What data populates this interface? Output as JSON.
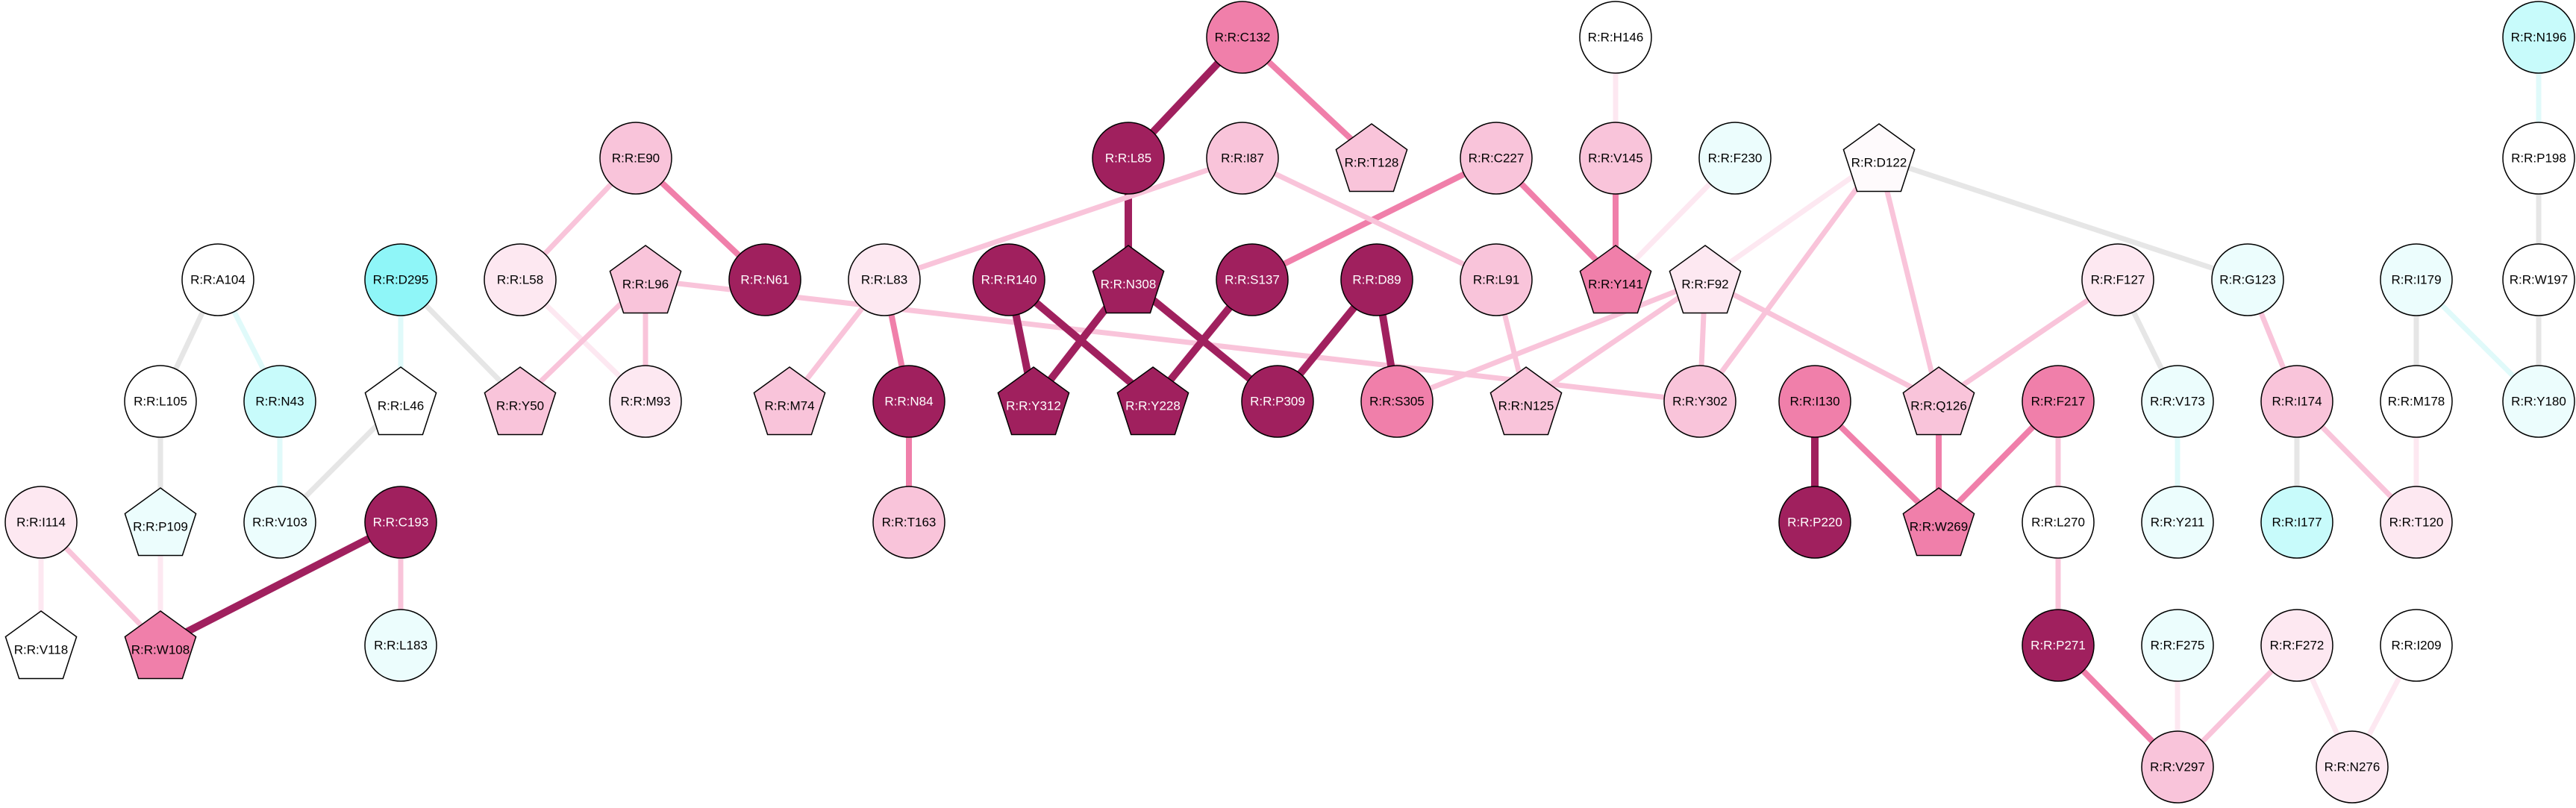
{
  "nodes": [
    {
      "id": "C132",
      "label": "R:R:C132",
      "shape": "circle",
      "fill": "#f07faa",
      "text": "#000"
    },
    {
      "id": "H146",
      "label": "R:R:H146",
      "shape": "circle",
      "fill": "#ffffff",
      "text": "#000"
    },
    {
      "id": "N196",
      "label": "R:R:N196",
      "shape": "circle",
      "fill": "#c8fbfb",
      "text": "#000"
    },
    {
      "id": "E90",
      "label": "R:R:E90",
      "shape": "circle",
      "fill": "#f9c4da",
      "text": "#000"
    },
    {
      "id": "L85",
      "label": "R:R:L85",
      "shape": "circle",
      "fill": "#a0205e",
      "text": "#fff"
    },
    {
      "id": "I87",
      "label": "R:R:I87",
      "shape": "circle",
      "fill": "#f9c4da",
      "text": "#000"
    },
    {
      "id": "T128",
      "label": "R:R:T128",
      "shape": "pentagon",
      "fill": "#f9c4da",
      "text": "#000"
    },
    {
      "id": "C227",
      "label": "R:R:C227",
      "shape": "circle",
      "fill": "#f9c4da",
      "text": "#000"
    },
    {
      "id": "V145",
      "label": "R:R:V145",
      "shape": "circle",
      "fill": "#f9c4da",
      "text": "#000"
    },
    {
      "id": "F230",
      "label": "R:R:F230",
      "shape": "circle",
      "fill": "#ecfdfd",
      "text": "#000"
    },
    {
      "id": "D122",
      "label": "R:R:D122",
      "shape": "pentagon",
      "fill": "#fefafc",
      "text": "#000"
    },
    {
      "id": "P198",
      "label": "R:R:P198",
      "shape": "circle",
      "fill": "#ffffff",
      "text": "#000"
    },
    {
      "id": "A104",
      "label": "R:R:A104",
      "shape": "circle",
      "fill": "#ffffff",
      "text": "#000"
    },
    {
      "id": "D295",
      "label": "R:R:D295",
      "shape": "circle",
      "fill": "#8ff6f8",
      "text": "#000"
    },
    {
      "id": "L58",
      "label": "R:R:L58",
      "shape": "circle",
      "fill": "#fde8f1",
      "text": "#000"
    },
    {
      "id": "L96",
      "label": "R:R:L96",
      "shape": "pentagon",
      "fill": "#f9c4da",
      "text": "#000"
    },
    {
      "id": "N61",
      "label": "R:R:N61",
      "shape": "circle",
      "fill": "#a0205e",
      "text": "#fff"
    },
    {
      "id": "L83",
      "label": "R:R:L83",
      "shape": "circle",
      "fill": "#fde8f1",
      "text": "#000"
    },
    {
      "id": "R140",
      "label": "R:R:R140",
      "shape": "circle",
      "fill": "#a0205e",
      "text": "#fff"
    },
    {
      "id": "N308",
      "label": "R:R:N308",
      "shape": "pentagon",
      "fill": "#a0205e",
      "text": "#fff"
    },
    {
      "id": "S137",
      "label": "R:R:S137",
      "shape": "circle",
      "fill": "#a0205e",
      "text": "#fff"
    },
    {
      "id": "D89",
      "label": "R:R:D89",
      "shape": "circle",
      "fill": "#a0205e",
      "text": "#fff"
    },
    {
      "id": "L91",
      "label": "R:R:L91",
      "shape": "circle",
      "fill": "#f9c4da",
      "text": "#000"
    },
    {
      "id": "Y141",
      "label": "R:R:Y141",
      "shape": "pentagon",
      "fill": "#f07faa",
      "text": "#000"
    },
    {
      "id": "F92",
      "label": "R:R:F92",
      "shape": "pentagon",
      "fill": "#fde8f1",
      "text": "#000"
    },
    {
      "id": "F127",
      "label": "R:R:F127",
      "shape": "circle",
      "fill": "#fde8f1",
      "text": "#000"
    },
    {
      "id": "G123",
      "label": "R:R:G123",
      "shape": "circle",
      "fill": "#ecfdfd",
      "text": "#000"
    },
    {
      "id": "I179",
      "label": "R:R:I179",
      "shape": "circle",
      "fill": "#ecfdfd",
      "text": "#000"
    },
    {
      "id": "W197",
      "label": "R:R:W197",
      "shape": "circle",
      "fill": "#ffffff",
      "text": "#000"
    },
    {
      "id": "L105",
      "label": "R:R:L105",
      "shape": "circle",
      "fill": "#ffffff",
      "text": "#000"
    },
    {
      "id": "N43",
      "label": "R:R:N43",
      "shape": "circle",
      "fill": "#c8fbfb",
      "text": "#000"
    },
    {
      "id": "L46",
      "label": "R:R:L46",
      "shape": "pentagon",
      "fill": "#ffffff",
      "text": "#000"
    },
    {
      "id": "Y50",
      "label": "R:R:Y50",
      "shape": "pentagon",
      "fill": "#f9c4da",
      "text": "#000"
    },
    {
      "id": "M93",
      "label": "R:R:M93",
      "shape": "circle",
      "fill": "#fde8f1",
      "text": "#000"
    },
    {
      "id": "M74",
      "label": "R:R:M74",
      "shape": "pentagon",
      "fill": "#f9c4da",
      "text": "#000"
    },
    {
      "id": "N84",
      "label": "R:R:N84",
      "shape": "circle",
      "fill": "#a0205e",
      "text": "#fff"
    },
    {
      "id": "Y312",
      "label": "R:R:Y312",
      "shape": "pentagon",
      "fill": "#a0205e",
      "text": "#fff"
    },
    {
      "id": "Y228",
      "label": "R:R:Y228",
      "shape": "pentagon",
      "fill": "#a0205e",
      "text": "#fff"
    },
    {
      "id": "P309",
      "label": "R:R:P309",
      "shape": "circle",
      "fill": "#a0205e",
      "text": "#fff"
    },
    {
      "id": "S305",
      "label": "R:R:S305",
      "shape": "circle",
      "fill": "#f07faa",
      "text": "#000"
    },
    {
      "id": "N125",
      "label": "R:R:N125",
      "shape": "pentagon",
      "fill": "#f9c4da",
      "text": "#000"
    },
    {
      "id": "Y302",
      "label": "R:R:Y302",
      "shape": "circle",
      "fill": "#f9c4da",
      "text": "#000"
    },
    {
      "id": "I130",
      "label": "R:R:I130",
      "shape": "circle",
      "fill": "#f07faa",
      "text": "#000"
    },
    {
      "id": "Q126",
      "label": "R:R:Q126",
      "shape": "pentagon",
      "fill": "#f9c4da",
      "text": "#000"
    },
    {
      "id": "F217",
      "label": "R:R:F217",
      "shape": "circle",
      "fill": "#f07faa",
      "text": "#000"
    },
    {
      "id": "V173",
      "label": "R:R:V173",
      "shape": "circle",
      "fill": "#ecfdfd",
      "text": "#000"
    },
    {
      "id": "I174",
      "label": "R:R:I174",
      "shape": "circle",
      "fill": "#f9c4da",
      "text": "#000"
    },
    {
      "id": "M178",
      "label": "R:R:M178",
      "shape": "circle",
      "fill": "#ffffff",
      "text": "#000"
    },
    {
      "id": "Y180",
      "label": "R:R:Y180",
      "shape": "circle",
      "fill": "#ecfdfd",
      "text": "#000"
    },
    {
      "id": "I114",
      "label": "R:R:I114",
      "shape": "circle",
      "fill": "#fde8f1",
      "text": "#000"
    },
    {
      "id": "P109",
      "label": "R:R:P109",
      "shape": "pentagon",
      "fill": "#ecfdfd",
      "text": "#000"
    },
    {
      "id": "V103",
      "label": "R:R:V103",
      "shape": "circle",
      "fill": "#ecfdfd",
      "text": "#000"
    },
    {
      "id": "C193",
      "label": "R:R:C193",
      "shape": "circle",
      "fill": "#a0205e",
      "text": "#fff"
    },
    {
      "id": "T163",
      "label": "R:R:T163",
      "shape": "circle",
      "fill": "#f9c4da",
      "text": "#000"
    },
    {
      "id": "P220",
      "label": "R:R:P220",
      "shape": "circle",
      "fill": "#a0205e",
      "text": "#fff"
    },
    {
      "id": "W269",
      "label": "R:R:W269",
      "shape": "pentagon",
      "fill": "#f07faa",
      "text": "#000"
    },
    {
      "id": "L270",
      "label": "R:R:L270",
      "shape": "circle",
      "fill": "#ffffff",
      "text": "#000"
    },
    {
      "id": "Y211",
      "label": "R:R:Y211",
      "shape": "circle",
      "fill": "#ecfdfd",
      "text": "#000"
    },
    {
      "id": "I177",
      "label": "R:R:I177",
      "shape": "circle",
      "fill": "#c8fbfb",
      "text": "#000"
    },
    {
      "id": "T120",
      "label": "R:R:T120",
      "shape": "circle",
      "fill": "#fde8f1",
      "text": "#000"
    },
    {
      "id": "V118",
      "label": "R:R:V118",
      "shape": "pentagon",
      "fill": "#ffffff",
      "text": "#000"
    },
    {
      "id": "W108",
      "label": "R:R:W108",
      "shape": "pentagon",
      "fill": "#f07faa",
      "text": "#000"
    },
    {
      "id": "L183",
      "label": "R:R:L183",
      "shape": "circle",
      "fill": "#ecfdfd",
      "text": "#000"
    },
    {
      "id": "P271",
      "label": "R:R:P271",
      "shape": "circle",
      "fill": "#a0205e",
      "text": "#fff"
    },
    {
      "id": "F275",
      "label": "R:R:F275",
      "shape": "circle",
      "fill": "#ecfdfd",
      "text": "#000"
    },
    {
      "id": "F272",
      "label": "R:R:F272",
      "shape": "circle",
      "fill": "#fde8f1",
      "text": "#000"
    },
    {
      "id": "I209",
      "label": "R:R:I209",
      "shape": "circle",
      "fill": "#ffffff",
      "text": "#000"
    },
    {
      "id": "V297",
      "label": "R:R:V297",
      "shape": "circle",
      "fill": "#f9c4da",
      "text": "#000"
    },
    {
      "id": "N276",
      "label": "R:R:N276",
      "shape": "circle",
      "fill": "#fde8f1",
      "text": "#000"
    }
  ],
  "edges": [
    {
      "source": "C132",
      "target": "L85",
      "color": "#a0205e",
      "weight": "strong"
    },
    {
      "source": "C132",
      "target": "T128",
      "color": "#f07faa",
      "weight": "medium"
    },
    {
      "source": "L85",
      "target": "N308",
      "color": "#a0205e",
      "weight": "strong"
    },
    {
      "source": "H146",
      "target": "V145",
      "color": "#fde8f1",
      "weight": "light"
    },
    {
      "source": "V145",
      "target": "Y141",
      "color": "#f07faa",
      "weight": "medium"
    },
    {
      "source": "C227",
      "target": "Y141",
      "color": "#f07faa",
      "weight": "medium"
    },
    {
      "source": "C227",
      "target": "S137",
      "color": "#f07faa",
      "weight": "medium"
    },
    {
      "source": "F230",
      "target": "Y141",
      "color": "#fde8f1",
      "weight": "light"
    },
    {
      "source": "N196",
      "target": "P198",
      "color": "#e0fafa",
      "weight": "light"
    },
    {
      "source": "P198",
      "target": "W197",
      "color": "#e6e6e6",
      "weight": "light"
    },
    {
      "source": "W197",
      "target": "Y180",
      "color": "#e6e6e6",
      "weight": "light"
    },
    {
      "source": "E90",
      "target": "N61",
      "color": "#f07faa",
      "weight": "medium"
    },
    {
      "source": "E90",
      "target": "L58",
      "color": "#f9c4da",
      "weight": "light"
    },
    {
      "source": "L58",
      "target": "M93",
      "color": "#fde8f1",
      "weight": "light"
    },
    {
      "source": "L96",
      "target": "Y50",
      "color": "#f9c4da",
      "weight": "light"
    },
    {
      "source": "L96",
      "target": "M93",
      "color": "#f9c4da",
      "weight": "light"
    },
    {
      "source": "L96",
      "target": "Y302",
      "color": "#f9c4da",
      "weight": "light"
    },
    {
      "source": "I87",
      "target": "L83",
      "color": "#f9c4da",
      "weight": "light"
    },
    {
      "source": "I87",
      "target": "L91",
      "color": "#f9c4da",
      "weight": "light"
    },
    {
      "source": "L83",
      "target": "N84",
      "color": "#f07faa",
      "weight": "medium"
    },
    {
      "source": "L83",
      "target": "M74",
      "color": "#f9c4da",
      "weight": "light"
    },
    {
      "source": "N84",
      "target": "T163",
      "color": "#f07faa",
      "weight": "medium"
    },
    {
      "source": "R140",
      "target": "Y312",
      "color": "#a0205e",
      "weight": "strong"
    },
    {
      "source": "R140",
      "target": "Y228",
      "color": "#a0205e",
      "weight": "strong"
    },
    {
      "source": "N308",
      "target": "Y312",
      "color": "#a0205e",
      "weight": "strong"
    },
    {
      "source": "N308",
      "target": "P309",
      "color": "#a0205e",
      "weight": "strong"
    },
    {
      "source": "S137",
      "target": "Y228",
      "color": "#a0205e",
      "weight": "strong"
    },
    {
      "source": "D89",
      "target": "P309",
      "color": "#a0205e",
      "weight": "strong"
    },
    {
      "source": "D89",
      "target": "S305",
      "color": "#a0205e",
      "weight": "strong"
    },
    {
      "source": "L91",
      "target": "N125",
      "color": "#f9c4da",
      "weight": "light"
    },
    {
      "source": "D122",
      "target": "F92",
      "color": "#fde8f1",
      "weight": "light"
    },
    {
      "source": "D122",
      "target": "Y302",
      "color": "#f9c4da",
      "weight": "light"
    },
    {
      "source": "D122",
      "target": "Q126",
      "color": "#f9c4da",
      "weight": "light"
    },
    {
      "source": "D122",
      "target": "G123",
      "color": "#e6e6e6",
      "weight": "light"
    },
    {
      "source": "F92",
      "target": "S305",
      "color": "#f9c4da",
      "weight": "light"
    },
    {
      "source": "F92",
      "target": "N125",
      "color": "#f9c4da",
      "weight": "light"
    },
    {
      "source": "F92",
      "target": "Y302",
      "color": "#f9c4da",
      "weight": "light"
    },
    {
      "source": "F92",
      "target": "Q126",
      "color": "#f9c4da",
      "weight": "light"
    },
    {
      "source": "F127",
      "target": "Q126",
      "color": "#f9c4da",
      "weight": "light"
    },
    {
      "source": "F127",
      "target": "V173",
      "color": "#e6e6e6",
      "weight": "light"
    },
    {
      "source": "G123",
      "target": "I174",
      "color": "#f9c4da",
      "weight": "light"
    },
    {
      "source": "I179",
      "target": "M178",
      "color": "#e6e6e6",
      "weight": "light"
    },
    {
      "source": "I179",
      "target": "Y180",
      "color": "#e0fafa",
      "weight": "light"
    },
    {
      "source": "A104",
      "target": "L105",
      "color": "#e6e6e6",
      "weight": "light"
    },
    {
      "source": "A104",
      "target": "N43",
      "color": "#e0fafa",
      "weight": "light"
    },
    {
      "source": "L105",
      "target": "P109",
      "color": "#e6e6e6",
      "weight": "light"
    },
    {
      "source": "D295",
      "target": "L46",
      "color": "#e0fafa",
      "weight": "light"
    },
    {
      "source": "D295",
      "target": "Y50",
      "color": "#e6e6e6",
      "weight": "light"
    },
    {
      "source": "L46",
      "target": "V103",
      "color": "#e6e6e6",
      "weight": "light"
    },
    {
      "source": "N43",
      "target": "V103",
      "color": "#e0fafa",
      "weight": "light"
    },
    {
      "source": "I130",
      "target": "P220",
      "color": "#a0205e",
      "weight": "strong"
    },
    {
      "source": "I130",
      "target": "W269",
      "color": "#f07faa",
      "weight": "medium"
    },
    {
      "source": "Q126",
      "target": "W269",
      "color": "#f07faa",
      "weight": "medium"
    },
    {
      "source": "F217",
      "target": "W269",
      "color": "#f07faa",
      "weight": "medium"
    },
    {
      "source": "F217",
      "target": "L270",
      "color": "#f9c4da",
      "weight": "light"
    },
    {
      "source": "V173",
      "target": "Y211",
      "color": "#e0fafa",
      "weight": "light"
    },
    {
      "source": "I174",
      "target": "I177",
      "color": "#e6e6e6",
      "weight": "light"
    },
    {
      "source": "I174",
      "target": "T120",
      "color": "#f9c4da",
      "weight": "light"
    },
    {
      "source": "M178",
      "target": "T120",
      "color": "#fde8f1",
      "weight": "light"
    },
    {
      "source": "I114",
      "target": "V118",
      "color": "#fde8f1",
      "weight": "light"
    },
    {
      "source": "I114",
      "target": "W108",
      "color": "#f9c4da",
      "weight": "light"
    },
    {
      "source": "P109",
      "target": "W108",
      "color": "#fde8f1",
      "weight": "light"
    },
    {
      "source": "C193",
      "target": "W108",
      "color": "#a0205e",
      "weight": "strong"
    },
    {
      "source": "C193",
      "target": "L183",
      "color": "#f9c4da",
      "weight": "light"
    },
    {
      "source": "L270",
      "target": "P271",
      "color": "#f9c4da",
      "weight": "light"
    },
    {
      "source": "P271",
      "target": "V297",
      "color": "#f07faa",
      "weight": "medium"
    },
    {
      "source": "F275",
      "target": "V297",
      "color": "#fde8f1",
      "weight": "light"
    },
    {
      "source": "F272",
      "target": "V297",
      "color": "#f9c4da",
      "weight": "light"
    },
    {
      "source": "F272",
      "target": "N276",
      "color": "#fde8f1",
      "weight": "light"
    },
    {
      "source": "I209",
      "target": "N276",
      "color": "#fde8f1",
      "weight": "light"
    }
  ]
}
